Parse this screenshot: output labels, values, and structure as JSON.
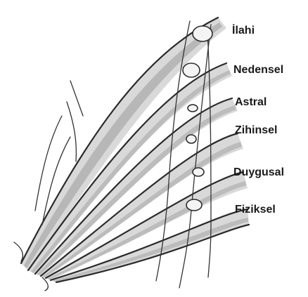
{
  "diagram": {
    "layers": [
      {
        "label": "İlahi"
      },
      {
        "label": "Nedensel"
      },
      {
        "label": "Astral"
      },
      {
        "label": "Zihinsel"
      },
      {
        "label": "Duygusal"
      },
      {
        "label": "Fiziksel"
      }
    ]
  }
}
